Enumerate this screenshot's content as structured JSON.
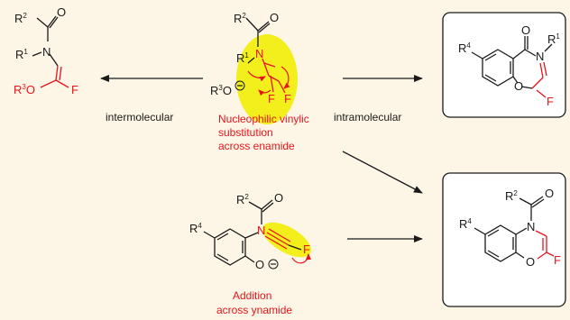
{
  "colors": {
    "background": "#fdf6e6",
    "ink": "#1a1a1a",
    "accent": "#e8141c",
    "highlight": "#f2ef1d"
  },
  "labels": {
    "intermolecular": "intermolecular",
    "intramolecular": "intramolecular",
    "vinylic_1": "Nucleophilic vinylic",
    "vinylic_2": "substitution",
    "vinylic_3": "across enamide",
    "addition_1": "Addition",
    "addition_2": "across ynamide"
  },
  "atoms": {
    "R": "R",
    "N": "N",
    "O": "O",
    "F": "F",
    "sup_1": "1",
    "sup_2": "2",
    "sup_3": "3",
    "sup_4": "4",
    "minus": "−"
  }
}
